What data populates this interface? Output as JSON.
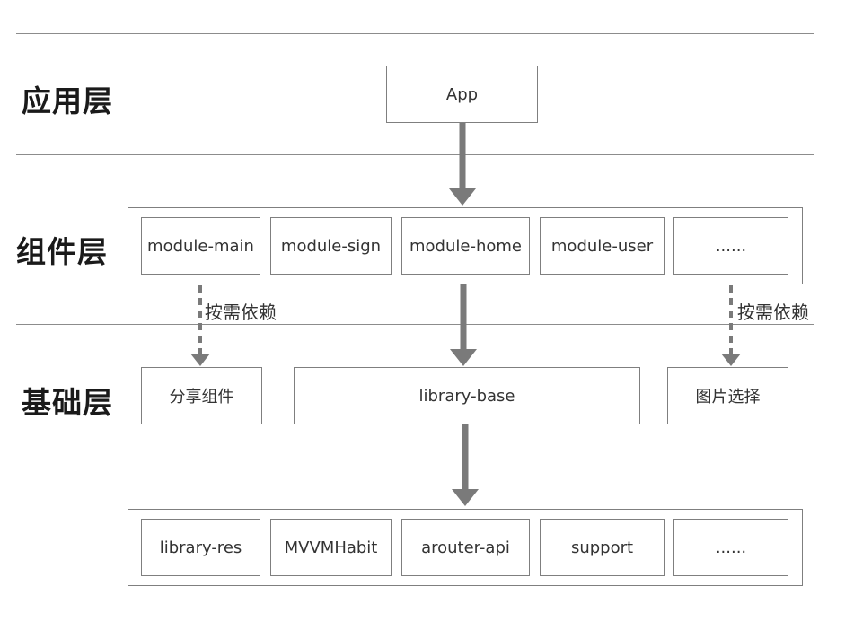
{
  "layers": {
    "app": "应用层",
    "component": "组件层",
    "base": "基础层"
  },
  "app_box": "App",
  "component_modules": [
    "module-main",
    "module-sign",
    "module-home",
    "module-user",
    "......"
  ],
  "dependency_label": "按需依赖",
  "base_modules": {
    "share": "分享组件",
    "library_base": "library-base",
    "image_picker": "图片选择"
  },
  "bottom_modules": [
    "library-res",
    "MVVMHabit",
    "arouter-api",
    "support",
    "......"
  ],
  "colors": {
    "line": "#8c8c8c",
    "arrow": "#7a7a7a",
    "box_border": "#7f7f7f"
  }
}
